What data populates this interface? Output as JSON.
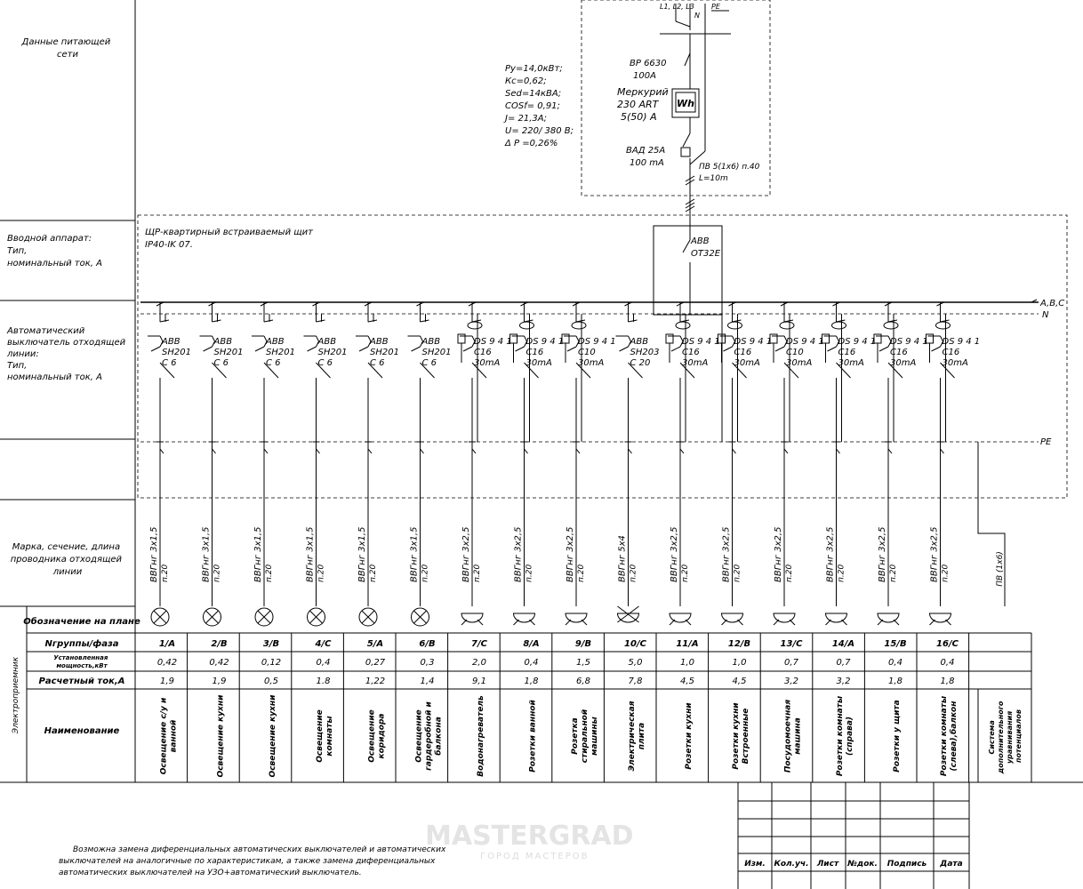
{
  "left_labels": {
    "supply": [
      "Данные питающей",
      "сети"
    ],
    "input_device": [
      "Вводной аппарат:",
      "Тип,",
      "номинальный ток, А"
    ],
    "breaker": [
      "Автоматический",
      "выключатель отходящей",
      "линии:",
      "Тип,",
      "номинальный ток, А"
    ],
    "cable": [
      "Марка, сечение, длина",
      "проводника отходящей",
      "линии"
    ],
    "receivers": "Электроприемник",
    "row_plan": "Обозначение на плане",
    "row_group": "Nгруппы/фаза",
    "row_power": [
      "Установленная",
      "мощность,кВт"
    ],
    "row_current": "Расчетный ток,А",
    "row_name": "Наименование"
  },
  "supply_params": [
    "Pу=14,0кВт;",
    "Кс=0,62;",
    "Sed=14кВА;",
    "COSf= 0,91;",
    "J= 21,3А;",
    "U= 220/ 380 В;",
    "Δ P =0,26%"
  ],
  "feeder": {
    "phases_label": "L1, L2, L3",
    "n_label": "N",
    "pe_label": "PE",
    "switch": [
      "ВР 6630",
      "100А"
    ],
    "meter": [
      "Меркурий",
      "230  ART",
      "5(50) А"
    ],
    "meter_symbol": "Wh",
    "rcd": [
      "ВАД 25А",
      "100 mA"
    ],
    "cable": [
      "ПВ 5(1х6) п.40",
      "L=10m"
    ]
  },
  "panel": {
    "title": [
      "ЩР-квартирный встраиваемый щит",
      "IP40-IK 07."
    ],
    "main_switch": [
      "ABB",
      "OT32E"
    ],
    "bus_phase": "A,B,C",
    "bus_n": "N",
    "bus_pe": "PE"
  },
  "circuits": [
    {
      "breaker": [
        "ABB",
        "SH201",
        "C 6"
      ],
      "rcd": false,
      "cable": [
        "ВВГнг 3х1,5",
        "п.20"
      ],
      "symbol": "lamp",
      "group": "1/A",
      "power": "0,42",
      "current": "1,9",
      "name": [
        "Освещение с/у и",
        "ванной"
      ]
    },
    {
      "breaker": [
        "ABB",
        "SH201",
        "C 6"
      ],
      "rcd": false,
      "cable": [
        "ВВГнг 3х1,5",
        "п.20"
      ],
      "symbol": "lamp",
      "group": "2/B",
      "power": "0,42",
      "current": "1,9",
      "name": [
        "Освещение кухни"
      ]
    },
    {
      "breaker": [
        "ABB",
        "SH201",
        "C 6"
      ],
      "rcd": false,
      "cable": [
        "ВВГнг 3х1,5",
        "п.20"
      ],
      "symbol": "lamp",
      "group": "3/B",
      "power": "0,12",
      "current": "0,5",
      "name": [
        "Освещение кухни"
      ]
    },
    {
      "breaker": [
        "ABB",
        "SH201",
        "C 6"
      ],
      "rcd": false,
      "cable": [
        "ВВГнг 3х1,5",
        "п.20"
      ],
      "symbol": "lamp",
      "group": "4/C",
      "power": "0,4",
      "current": "1.8",
      "name": [
        "Освещение",
        "комнаты"
      ]
    },
    {
      "breaker": [
        "ABB",
        "SH201",
        "C 6"
      ],
      "rcd": false,
      "cable": [
        "ВВГнг 3х1,5",
        "п.20"
      ],
      "symbol": "lamp",
      "group": "5/A",
      "power": "0,27",
      "current": "1,22",
      "name": [
        "Освещение",
        "коридора"
      ]
    },
    {
      "breaker": [
        "ABB",
        "SH201",
        "C 6"
      ],
      "rcd": false,
      "cable": [
        "ВВГнг 3х1,5",
        "п.20"
      ],
      "symbol": "lamp",
      "group": "6/B",
      "power": "0,3",
      "current": "1,4",
      "name": [
        "Освещение",
        "гардеробной и",
        "балкона"
      ]
    },
    {
      "breaker": [
        "DS 9 4 1",
        "C16",
        "30mA"
      ],
      "rcd": true,
      "cable": [
        "ВВГнг 3х2,5",
        "п.20"
      ],
      "symbol": "socket",
      "group": "7/C",
      "power": "2,0",
      "current": "9,1",
      "name": [
        "Водонагреватель"
      ]
    },
    {
      "breaker": [
        "DS 9 4 1",
        "C16",
        "30mA"
      ],
      "rcd": true,
      "cable": [
        "ВВГнг 3х2,5",
        "п.20"
      ],
      "symbol": "socket",
      "group": "8/A",
      "power": "0,4",
      "current": "1,8",
      "name": [
        "Розетки ванной"
      ]
    },
    {
      "breaker": [
        "DS 9 4 1",
        "C10",
        "30mA"
      ],
      "rcd": true,
      "cable": [
        "ВВГнг 3х2,5",
        "п.20"
      ],
      "symbol": "socket",
      "group": "9/B",
      "power": "1,5",
      "current": "6,8",
      "name": [
        "Розетка",
        "стиральной",
        "машины"
      ]
    },
    {
      "breaker": [
        "ABB",
        "SH203",
        "C 20"
      ],
      "rcd": false,
      "cable": [
        "ВВГнг 5х4",
        "п.20"
      ],
      "symbol": "stove",
      "group": "10/C",
      "power": "5,0",
      "current": "7,8",
      "name": [
        "Электрическая",
        "плита"
      ]
    },
    {
      "breaker": [
        "DS 9 4 1",
        "C16",
        "30mA"
      ],
      "rcd": true,
      "cable": [
        "ВВГнг 3х2,5",
        "п.20"
      ],
      "symbol": "socket",
      "group": "11/A",
      "power": "1,0",
      "current": "4,5",
      "name": [
        "Розетки кухни"
      ]
    },
    {
      "breaker": [
        "DS 9 4 1",
        "C16",
        "30mA"
      ],
      "rcd": true,
      "cable": [
        "ВВГнг 3х2,5",
        "п.20"
      ],
      "symbol": "socket",
      "group": "12/B",
      "power": "1,0",
      "current": "4,5",
      "name": [
        "Розетки кухни",
        "Встроенные"
      ]
    },
    {
      "breaker": [
        "DS 9 4 1",
        "C10",
        "30mA"
      ],
      "rcd": true,
      "cable": [
        "ВВГнг 3х2,5",
        "п.20"
      ],
      "symbol": "socket",
      "group": "13/C",
      "power": "0,7",
      "current": "3,2",
      "name": [
        "Посудомоечная",
        "машина"
      ]
    },
    {
      "breaker": [
        "DS 9 4 1",
        "C16",
        "30mA"
      ],
      "rcd": true,
      "cable": [
        "ВВГнг 3х2,5",
        "п.20"
      ],
      "symbol": "socket",
      "group": "14/A",
      "power": "0,7",
      "current": "3,2",
      "name": [
        "Розетки комнаты",
        "(справа)"
      ]
    },
    {
      "breaker": [
        "DS 9 4 1",
        "C16",
        "30mA"
      ],
      "rcd": true,
      "cable": [
        "ВВГнг 3х2,5",
        "п.20"
      ],
      "symbol": "socket",
      "group": "15/B",
      "power": "0,4",
      "current": "1,8",
      "name": [
        "Розетки у щита"
      ]
    },
    {
      "breaker": [
        "DS 9 4 1",
        "C16",
        "30mA"
      ],
      "rcd": true,
      "cable": [
        "ВВГнг 3х2,5",
        "п.20"
      ],
      "symbol": "socket",
      "group": "16/C",
      "power": "0,4",
      "current": "1,8",
      "name": [
        "Розетки комнаты",
        "(слева),балкон"
      ]
    }
  ],
  "pe_line": {
    "cable": "ПВ (1х6)",
    "name": [
      "Система",
      "дополнительного",
      "уравнивания",
      "потенциалов"
    ]
  },
  "note": [
    "Возможна замена диференциальных автоматических выключателей и автоматических",
    "выключателей на аналогичные по характеристикам, а также замена диференциальных",
    "автоматических выключателей на УЗО+автоматический выключатель."
  ],
  "stamp": [
    "Изм.",
    "Кол.уч.",
    "Лист",
    "№док.",
    "Подпись",
    "Дата"
  ],
  "watermark": {
    "brand": "MASTERGRAD",
    "tagline": "ГОРОД МАСТЕРОВ"
  }
}
